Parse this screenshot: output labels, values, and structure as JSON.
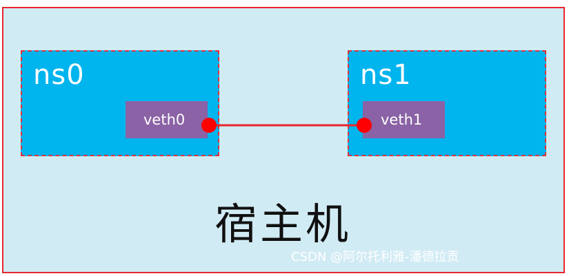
{
  "host": {
    "label": "宿主机",
    "background": "#d1ebf4",
    "border_color": "#e8252c"
  },
  "namespaces": [
    {
      "label": "ns0",
      "interface": "veth0"
    },
    {
      "label": "ns1",
      "interface": "veth1"
    }
  ],
  "colors": {
    "namespace_fill": "#00b4ee",
    "namespace_border": "#e0323a",
    "interface_fill": "#8a62a5",
    "link": "#e8252c",
    "endpoint": "#ff0000"
  },
  "watermark": "CSDN @阿尔托利雅-潘德拉贡"
}
